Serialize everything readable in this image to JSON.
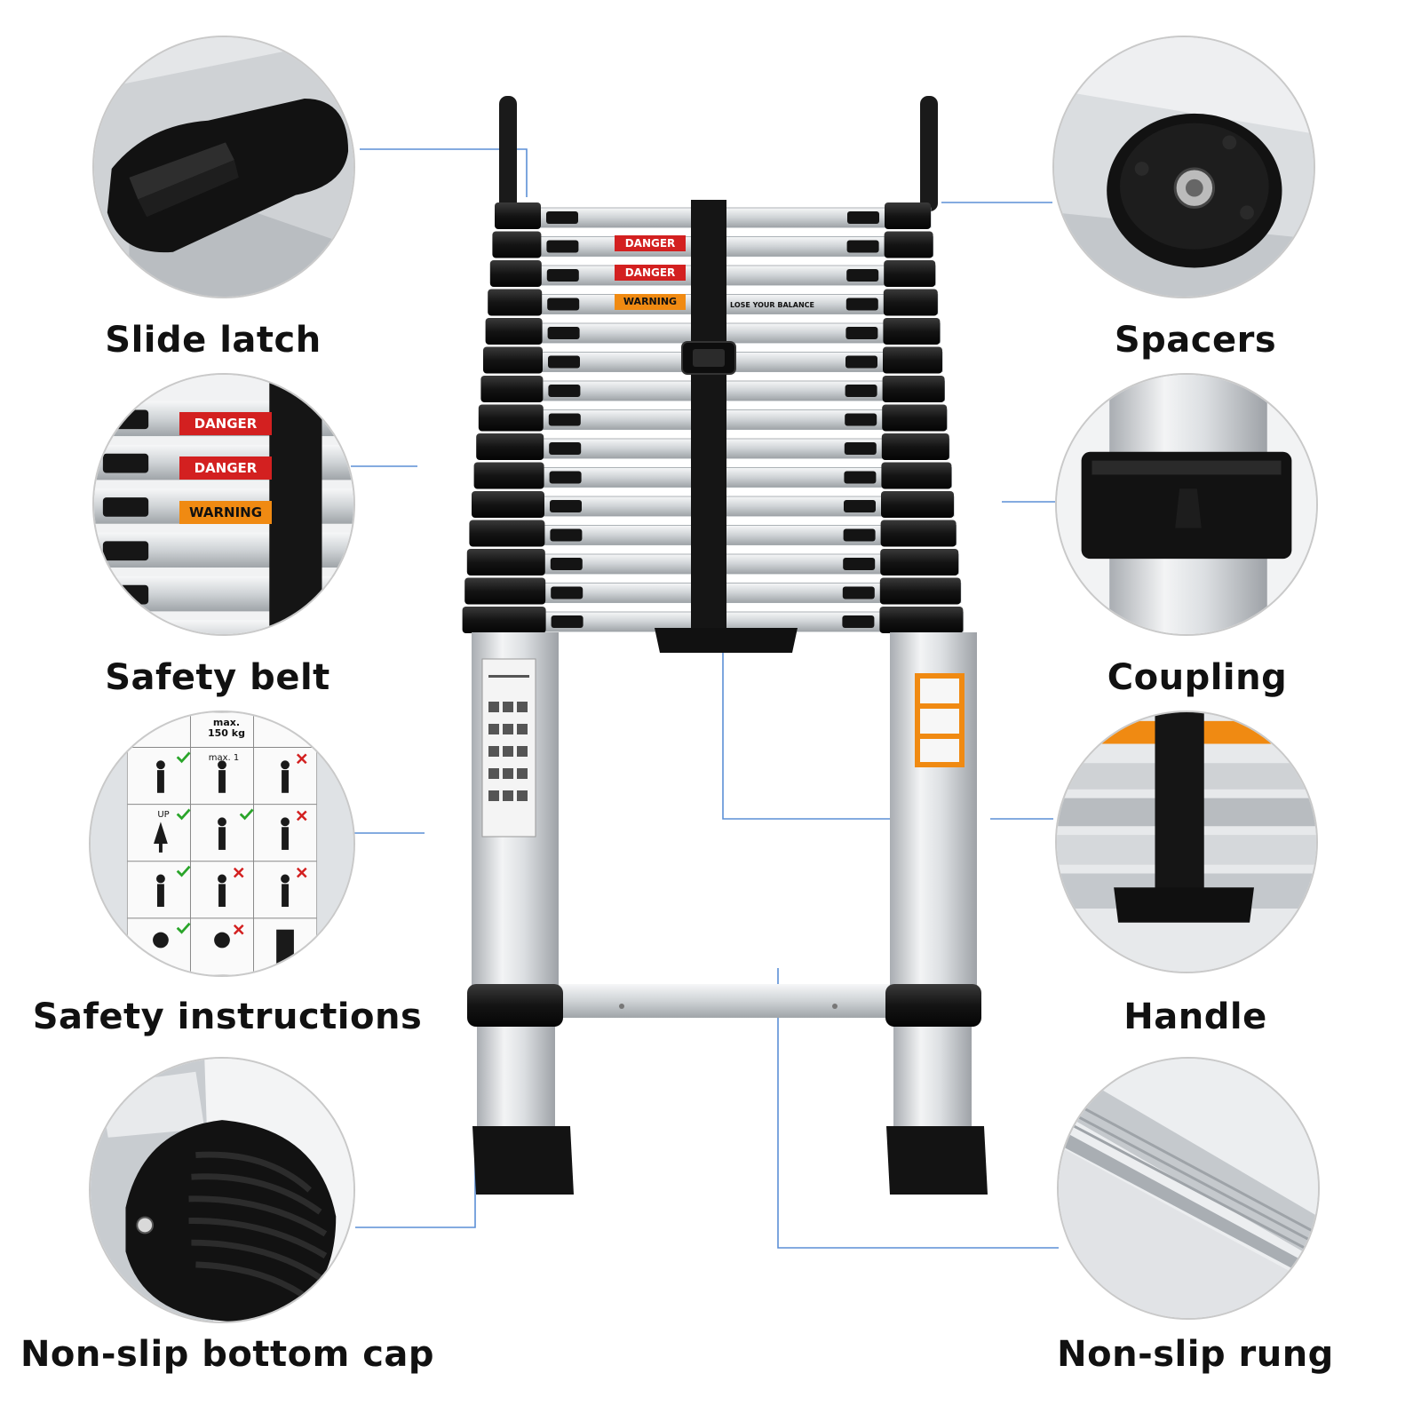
{
  "features": {
    "slide_latch": "Slide latch",
    "safety_belt": "Safety belt",
    "safety_instructions": "Safety instructions",
    "bottom_cap": "Non-slip bottom cap",
    "spacers": "Spacers",
    "coupling": "Coupling",
    "handle": "Handle",
    "rung": "Non-slip rung"
  },
  "signs": {
    "danger": "DANGER",
    "warning": "WARNING",
    "lose_balance": "LOSE YOUR BALANCE",
    "max_load": "max. 150 kg",
    "max_persons": "max. 1",
    "up": "UP"
  },
  "colors": {
    "connector_line": "#5b8fd6",
    "danger_red": "#d32020",
    "warning_orange": "#f08a12",
    "rubber_black": "#141414",
    "aluminum": "#d7dadd"
  }
}
